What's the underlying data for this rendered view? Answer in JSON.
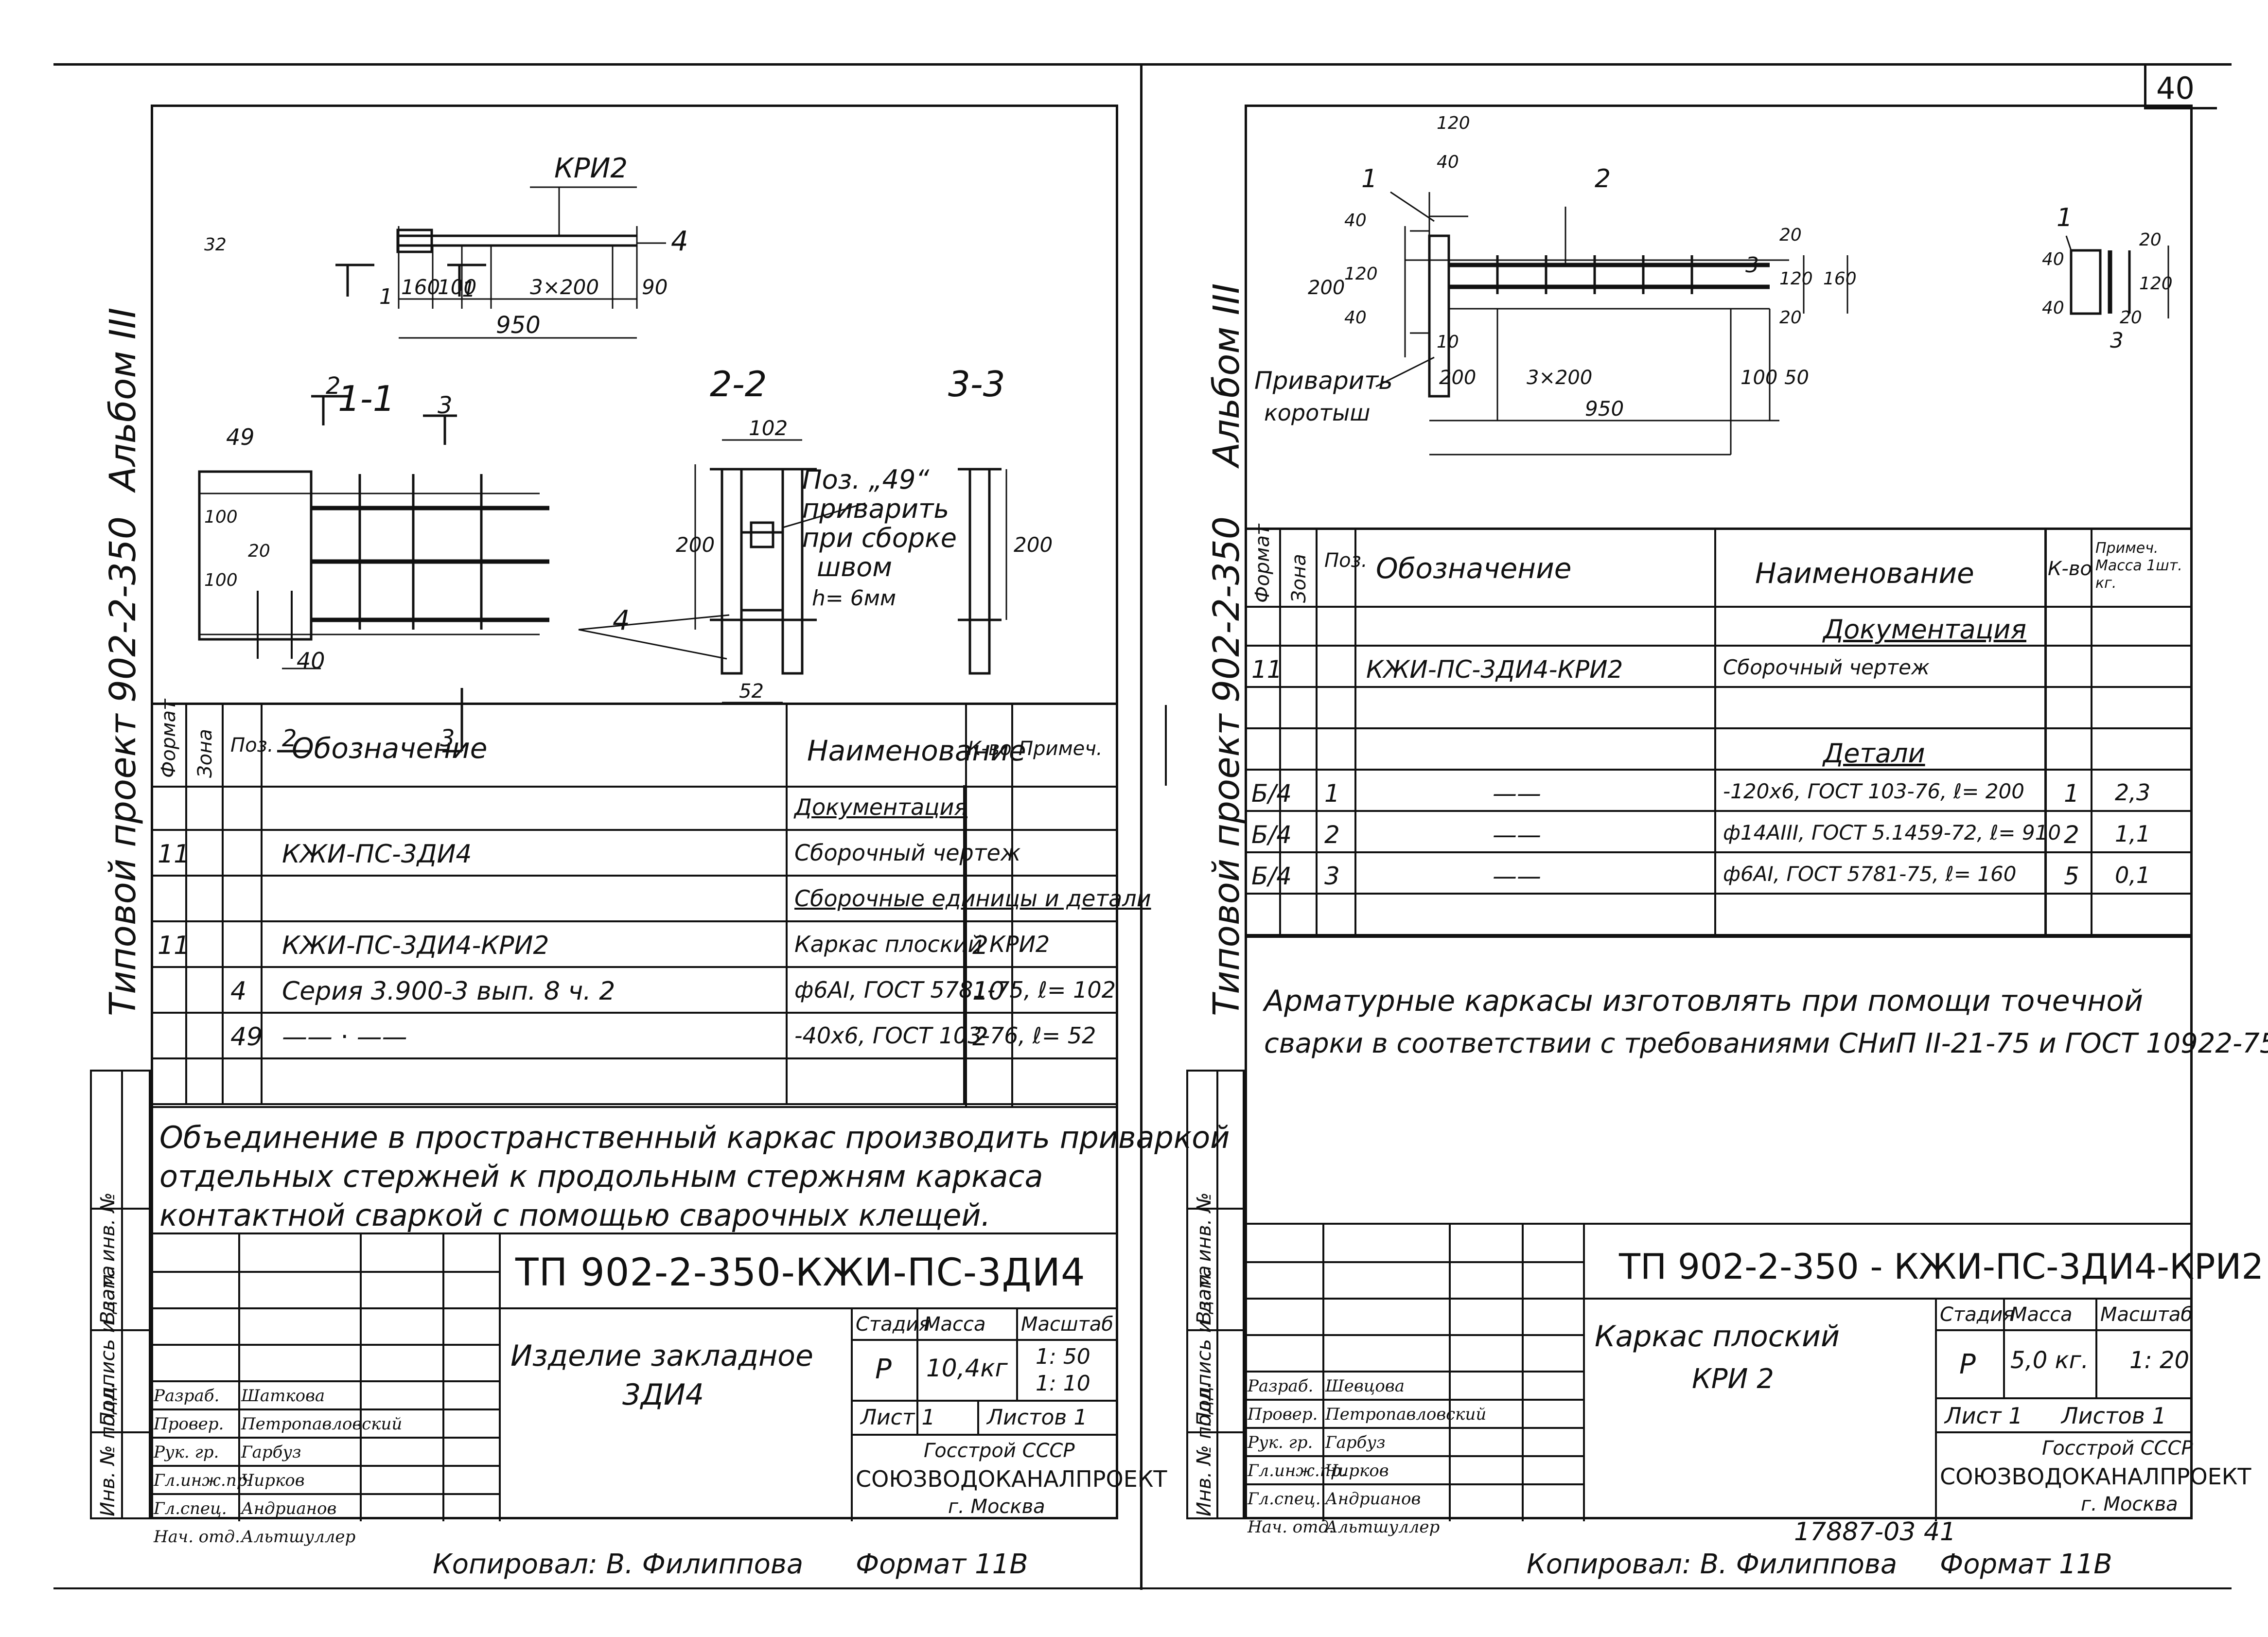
{
  "page_number": "40",
  "left_sheet": {
    "album_label": "Альбом III",
    "project_label": "Типовой проект 902-2-350",
    "drawing": {
      "callout_top": "КРИ2",
      "callout_4": "4",
      "section_mark_1": "1",
      "section_mark_2": "2",
      "section_mark_3": "3",
      "dim_32": "32",
      "dim_160": "160",
      "dim_100": "100",
      "dim_3x200": "3×200",
      "dim_90": "90",
      "dim_950": "950",
      "section_1_title": "1-1",
      "section_2_title": "2-2",
      "section_3_title": "3-3",
      "dim_102": "102",
      "dim_200a": "200",
      "dim_200b": "200",
      "dim_52": "52",
      "dim_40": "40",
      "dim_100a": "100",
      "dim_100b": "100",
      "dim_20": "20",
      "label_49": "49",
      "note_pos": "Поз. „49“",
      "note_weld1": "приварить",
      "note_weld2": "при сборке",
      "note_weld3": "швом",
      "note_weld4": "h= 6мм"
    },
    "table": {
      "headers": {
        "format": "Формат",
        "zone": "Зона",
        "pos": "Поз.",
        "designation": "Обозначение",
        "name": "Наименование",
        "qty": "К-во",
        "note": "Примеч."
      },
      "rows": [
        {
          "format": "",
          "pos": "",
          "designation": "",
          "name": "Документация",
          "qty": ""
        },
        {
          "format": "11",
          "pos": "",
          "designation": "КЖИ-ПС-3ДИ4",
          "name": "Сборочный чертеж",
          "qty": ""
        },
        {
          "format": "",
          "pos": "",
          "designation": "",
          "name": "Сборочные единицы и детали",
          "qty": ""
        },
        {
          "format": "11",
          "pos": "",
          "designation": "КЖИ-ПС-3ДИ4-КРИ2",
          "name": "Каркас плоский КРИ2",
          "qty": "2"
        },
        {
          "format": "",
          "pos": "4",
          "designation": "Серия 3.900-3 вып. 8 ч. 2",
          "name": "ф6АI, ГОСТ 5781-75, ℓ= 102",
          "qty": "10"
        },
        {
          "format": "",
          "pos": "49",
          "designation": "—— ⋅ ——",
          "name": "-40х6, ГОСТ 103-76, ℓ= 52",
          "qty": "2"
        },
        {
          "format": "",
          "pos": "",
          "designation": "",
          "name": "",
          "qty": ""
        }
      ]
    },
    "note_lines": [
      "Объединение в пространственный каркас производить приваркой",
      "отдельных стержней к продольным стержням каркаса",
      "контактной сваркой с помощью сварочных клещей."
    ],
    "side_labels": {
      "a": "Взам. инв. №",
      "b": "Подпись и дата",
      "c": "Инв. № подл."
    },
    "title_block": {
      "code": "ТП 902-2-350-КЖИ-ПС-3ДИ4",
      "item_name_1": "Изделие закладное",
      "item_name_2": "3ДИ4",
      "stage_label": "Стадия",
      "mass_label": "Масса",
      "scale_label": "Масштаб",
      "stage": "Р",
      "mass": "10,4кг",
      "scale_1": "1: 50",
      "scale_2": "1: 10",
      "sheet": "Лист 1",
      "sheets": "Листов 1",
      "org_1": "Госстрой СССР",
      "org_2": "СОЮЗВОДОКАНАЛПРОЕКТ",
      "org_3": "г. Москва",
      "roles": [
        {
          "role": "Разраб.",
          "name": "Шаткова"
        },
        {
          "role": "Провер.",
          "name": "Петропавловский"
        },
        {
          "role": "Рук. гр.",
          "name": "Гарбуз"
        },
        {
          "role": "Гл.инж.пр.",
          "name": "Чирков"
        },
        {
          "role": "Гл.спец.",
          "name": "Андрианов"
        },
        {
          "role": "Нач. отд.",
          "name": "Альтшуллер"
        }
      ]
    },
    "copied": "Копировал: В. Филиппова",
    "format": "Формат 11В"
  },
  "right_sheet": {
    "album_label": "Альбом III",
    "project_label": "Типовой проект 902-2-350",
    "drawing": {
      "dim_120": "120",
      "dim_40": "40",
      "label_1": "1",
      "label_2": "2",
      "label_3": "3",
      "dim_200": "200",
      "dim_40a": "40",
      "dim_120a": "120",
      "dim_40b": "40",
      "dim_10": "10",
      "dim_20a": "20",
      "dim_120b": "120",
      "dim_160": "160",
      "dim_20b": "20",
      "dim_200b": "200",
      "dim_3x200": "3×200",
      "dim_100": "100",
      "dim_50": "50",
      "dim_950": "950",
      "note_weld": "Приварить",
      "note_short": "коротыш",
      "side_1": "1",
      "side_40": "40",
      "side_40b": "40",
      "side_20": "20",
      "side_120": "120",
      "side_20b": "20",
      "side_3": "3"
    },
    "table": {
      "headers": {
        "format": "Формат",
        "zone": "Зона",
        "pos": "Поз.",
        "designation": "Обозначение",
        "name": "Наименование",
        "qty": "К-во",
        "note": "Примеч. Масса 1шт. кг."
      },
      "rows": [
        {
          "format": "",
          "pos": "",
          "designation": "",
          "name": "Документация",
          "qty": "",
          "mass": ""
        },
        {
          "format": "11",
          "pos": "",
          "designation": "КЖИ-ПС-3ДИ4-КРИ2",
          "name": "Сборочный чертеж",
          "qty": "",
          "mass": ""
        },
        {
          "format": "",
          "pos": "",
          "designation": "",
          "name": "",
          "qty": "",
          "mass": ""
        },
        {
          "format": "",
          "pos": "",
          "designation": "",
          "name": "Детали",
          "qty": "",
          "mass": ""
        },
        {
          "format": "Б/4",
          "pos": "1",
          "designation": "——",
          "name": "-120х6, ГОСТ 103-76, ℓ= 200",
          "qty": "1",
          "mass": "2,3"
        },
        {
          "format": "Б/4",
          "pos": "2",
          "designation": "——",
          "name": "ф14АIII, ГОСТ 5.1459-72, ℓ= 910",
          "qty": "2",
          "mass": "1,1"
        },
        {
          "format": "Б/4",
          "pos": "3",
          "designation": "——",
          "name": "ф6АI, ГОСТ 5781-75, ℓ= 160",
          "qty": "5",
          "mass": "0,1"
        },
        {
          "format": "",
          "pos": "",
          "designation": "",
          "name": "",
          "qty": "",
          "mass": ""
        }
      ]
    },
    "note_lines": [
      "Арматурные каркасы изготовлять при помощи точечной",
      "сварки в соответствии с требованиями СНиП II-21-75 и ГОСТ 10922-75"
    ],
    "side_labels": {
      "a": "Взам. инв. №",
      "b": "Подпись и дата",
      "c": "Инв. № подл."
    },
    "title_block": {
      "code": "ТП 902-2-350 - КЖИ-ПС-3ДИ4-КРИ2",
      "item_name_1": "Каркас плоский",
      "item_name_2": "КРИ 2",
      "stage_label": "Стадия",
      "mass_label": "Масса",
      "scale_label": "Масштаб",
      "stage": "Р",
      "mass": "5,0 кг.",
      "scale": "1: 20",
      "sheet": "Лист 1",
      "sheets": "Листов 1",
      "org_1": "Госстрой СССР",
      "org_2": "СОЮЗВОДОКАНАЛПРОЕКТ",
      "org_3": "г. Москва",
      "roles": [
        {
          "role": "Разраб.",
          "name": "Шевцова"
        },
        {
          "role": "Провер.",
          "name": "Петропавловский"
        },
        {
          "role": "Рук. гр.",
          "name": "Гарбуз"
        },
        {
          "role": "Гл.инж.пр.",
          "name": "Чирков"
        },
        {
          "role": "Гл.спец.",
          "name": "Андрианов"
        },
        {
          "role": "Нач. отд.",
          "name": "Альтшуллер"
        }
      ]
    },
    "archive_number": "17887-03  41",
    "copied": "Копировал: В. Филиппова",
    "format": "Формат 11В"
  }
}
